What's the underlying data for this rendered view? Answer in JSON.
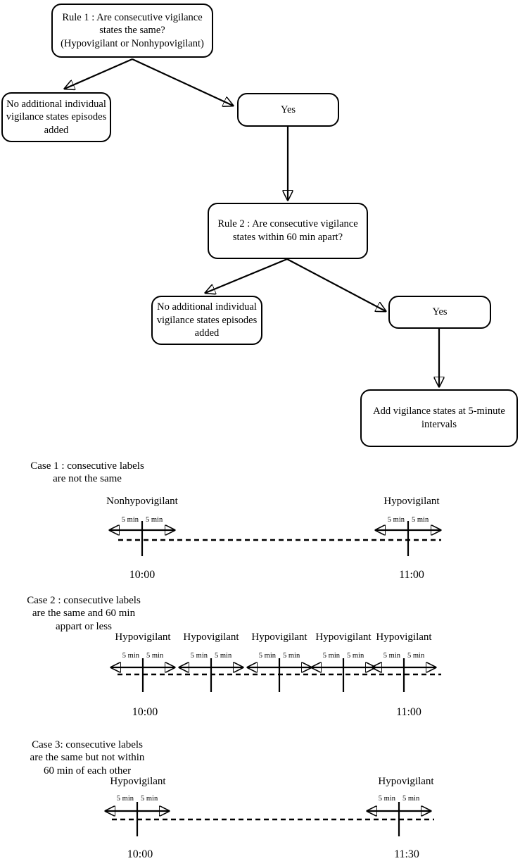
{
  "colors": {
    "ink": "#000000",
    "background": "#ffffff"
  },
  "five_min": "5 min",
  "flowchart": {
    "rule1": "Rule 1 : Are consecutive vigilance\nstates the same?\n(Hypovigilant or Nonhypovigilant)",
    "no_box_1": "No additional individual\nvigilance states episodes\nadded",
    "yes_1": "Yes",
    "rule2": "Rule 2 : Are consecutive vigilance\nstates within 60 min apart?",
    "no_box_2": "No additional individual\nvigilance states episodes\nadded",
    "yes_2": "Yes",
    "add_box": "Add vigilance states at 5-minute\nintervals"
  },
  "cases": [
    {
      "title": "Case 1 : consecutive labels\nare not the same",
      "stations": [
        {
          "label": "Nonhypovigilant",
          "time": "10:00"
        },
        {
          "label": "Hypovigilant",
          "time": "11:00"
        }
      ]
    },
    {
      "title": "Case 2 : consecutive labels\nare the same and 60 min\nappart or less",
      "stations": [
        {
          "label": "Hypovigilant",
          "time": "10:00"
        },
        {
          "label": "Hypovigilant",
          "time": ""
        },
        {
          "label": "Hypovigilant",
          "time": ""
        },
        {
          "label": "Hypovigilant",
          "time": ""
        },
        {
          "label": "Hypovigilant",
          "time": "11:00"
        }
      ]
    },
    {
      "title": "Case 3: consecutive labels\nare the same but not within\n60 min of each other",
      "stations": [
        {
          "label": "Hypovigilant",
          "time": "10:00"
        },
        {
          "label": "Hypovigilant",
          "time": "11:30"
        }
      ]
    }
  ]
}
